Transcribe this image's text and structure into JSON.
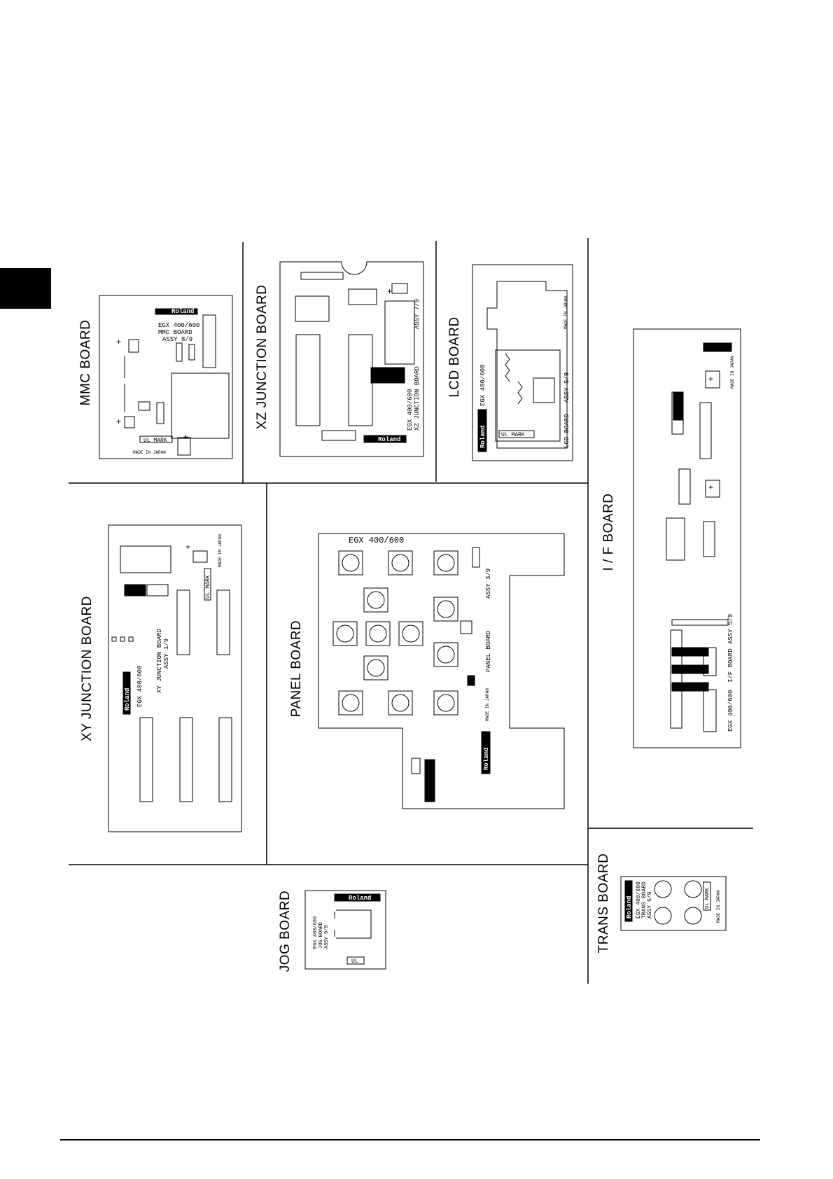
{
  "labels": {
    "mmc": "MMC BOARD",
    "xz": "XZ JUNCTION BOARD",
    "lcd": "LCD BOARD",
    "if": "I / F BOARD",
    "xy": "XY JUNCTION BOARD",
    "panel": "PANEL BOARD",
    "trans": "TRANS BOARD",
    "jog": "JOG BOARD"
  },
  "silk": {
    "brand": "Roland",
    "model": "EGX 400/600",
    "ul_mark": "UL MARK",
    "ul": "UL",
    "made_in_japan": "MADE IN JAPAN",
    "mmc_name": "MMC BOARD",
    "mmc_assy": "ASSY 8/9",
    "xz_name": "XZ JUNCTION BOARD",
    "xz_assy": "ASSY 7/9",
    "lcd_name": "LCD BOARD",
    "lcd_assy": "ASSY 5/9",
    "if_name": "I/F BOARD",
    "if_assy": "ASSY 5/9",
    "xy_name": "XY JUNCTION BOARD",
    "xy_assy": "ASSY 1/9",
    "panel_name": "PANEL BOARD",
    "panel_assy": "ASSY 3/9",
    "trans_name": "TRANS BOARD",
    "trans_assy": "ASSY 6/9",
    "jog_name": "JOG BOARD",
    "jog_assy": "ASSY 9/9"
  },
  "colors": {
    "ink": "#000000",
    "paper": "#ffffff"
  }
}
